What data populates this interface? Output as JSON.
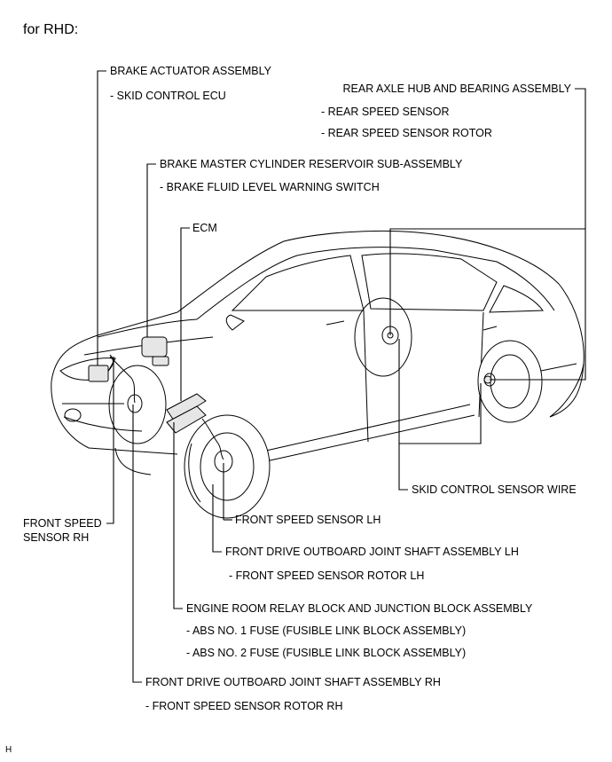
{
  "header": "for RHD:",
  "labels": {
    "brake_actuator": "BRAKE ACTUATOR ASSEMBLY",
    "skid_control_ecu": "- SKID CONTROL ECU",
    "rear_axle_hub": "REAR AXLE HUB AND BEARING ASSEMBLY",
    "rear_speed_sensor": "- REAR SPEED SENSOR",
    "rear_speed_sensor_rotor": "- REAR SPEED SENSOR ROTOR",
    "master_cylinder": "BRAKE MASTER CYLINDER RESERVOIR SUB-ASSEMBLY",
    "fluid_switch": "- BRAKE FLUID LEVEL WARNING SWITCH",
    "ecm": "ECM",
    "skid_sensor_wire": "SKID CONTROL SENSOR WIRE",
    "front_speed_rh_1": "FRONT SPEED",
    "front_speed_rh_2": "SENSOR RH",
    "front_speed_lh": "FRONT SPEED SENSOR LH",
    "front_drive_lh": "FRONT DRIVE OUTBOARD JOINT SHAFT ASSEMBLY LH",
    "front_rotor_lh": "- FRONT SPEED SENSOR ROTOR LH",
    "engine_relay": "ENGINE ROOM RELAY BLOCK AND JUNCTION BLOCK ASSEMBLY",
    "abs_fuse_1": "- ABS NO. 1 FUSE (FUSIBLE LINK BLOCK ASSEMBLY)",
    "abs_fuse_2": "- ABS NO. 2 FUSE (FUSIBLE LINK BLOCK ASSEMBLY)",
    "front_drive_rh": "FRONT DRIVE OUTBOARD JOINT SHAFT ASSEMBLY RH",
    "front_rotor_rh": "- FRONT SPEED SENSOR ROTOR RH"
  },
  "corner_mark": "H"
}
